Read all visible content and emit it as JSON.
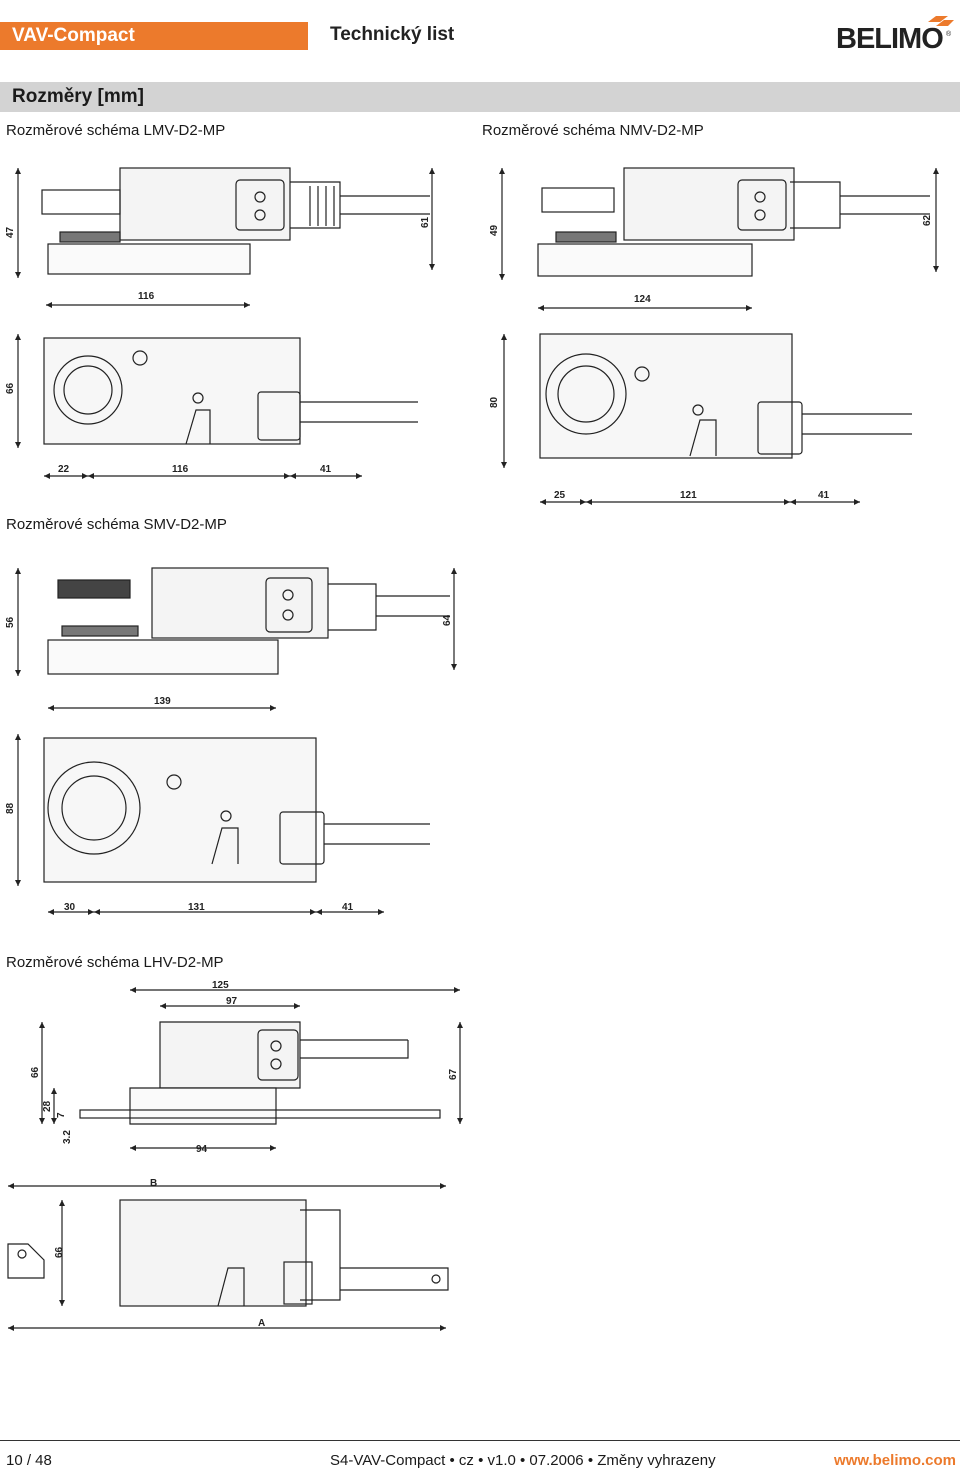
{
  "header": {
    "tag": "VAV-Compact",
    "title": "Technický list",
    "brand": "BELIMO",
    "accent_color": "#ec7a2c"
  },
  "section": {
    "title": "Rozměry [mm]"
  },
  "diagrams": {
    "lmv": {
      "caption": "Rozměrové schéma LMV-D2-MP",
      "side": {
        "h_left": "47",
        "h_right": "61",
        "w": "116"
      },
      "top": {
        "h": "66",
        "w1": "22",
        "w2": "116",
        "w3": "41"
      }
    },
    "nmv": {
      "caption": "Rozměrové schéma NMV-D2-MP",
      "side": {
        "h_left": "49",
        "h_right": "62",
        "w": "124"
      },
      "top": {
        "h": "80",
        "w1": "25",
        "w2": "121",
        "w3": "41"
      }
    },
    "smv": {
      "caption": "Rozměrové schéma SMV-D2-MP",
      "side": {
        "h_left": "56",
        "h_right": "64",
        "w": "139"
      },
      "top": {
        "h": "88",
        "w1": "30",
        "w2": "131",
        "w3": "41"
      }
    },
    "lhv": {
      "caption": "Rozměrové schéma LHV-D2-MP",
      "side": {
        "w_outer": "125",
        "w_inner": "97",
        "h_left": "66",
        "h_right": "67",
        "h_28": "28",
        "h_7": "7",
        "h_32": "3.2",
        "w_base": "94"
      },
      "top": {
        "label_b": "B",
        "label_a": "A",
        "h": "66"
      }
    }
  },
  "footer": {
    "page": "10 / 48",
    "doc": "S4-VAV-Compact • cz • v1.0 • 07.2006 • Změny vyhrazeny",
    "url": "www.belimo.com"
  }
}
